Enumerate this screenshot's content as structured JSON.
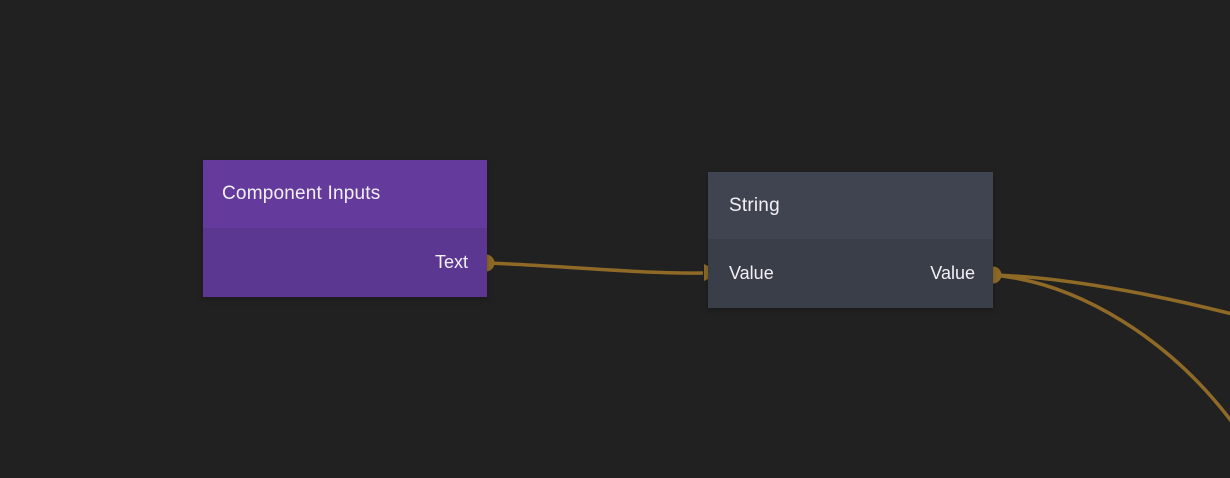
{
  "colors": {
    "background": "#212121",
    "wire": "#8e6a26",
    "port_dot": "#8e6a26",
    "node_text": "#f2f0f4",
    "component_inputs_header": "#643a9d",
    "component_inputs_body": "#5c3792",
    "string_header": "#3f4450",
    "string_body": "#3a3e49"
  },
  "nodes": [
    {
      "id": "component-inputs",
      "title": "Component Inputs",
      "header_color": "#643a9d",
      "body_color": "#5c3792",
      "inputs": [],
      "outputs": [
        {
          "label": "Text"
        }
      ]
    },
    {
      "id": "string",
      "title": "String",
      "header_color": "#3f4450",
      "body_color": "#3a3e49",
      "inputs": [
        {
          "label": "Value"
        }
      ],
      "outputs": [
        {
          "label": "Value"
        }
      ]
    }
  ],
  "edges": [
    {
      "from": "component-inputs.Text",
      "to": "string.Value"
    },
    {
      "from": "string.Value",
      "to": "offscreen-right-upper"
    },
    {
      "from": "string.Value",
      "to": "offscreen-right-lower"
    }
  ]
}
